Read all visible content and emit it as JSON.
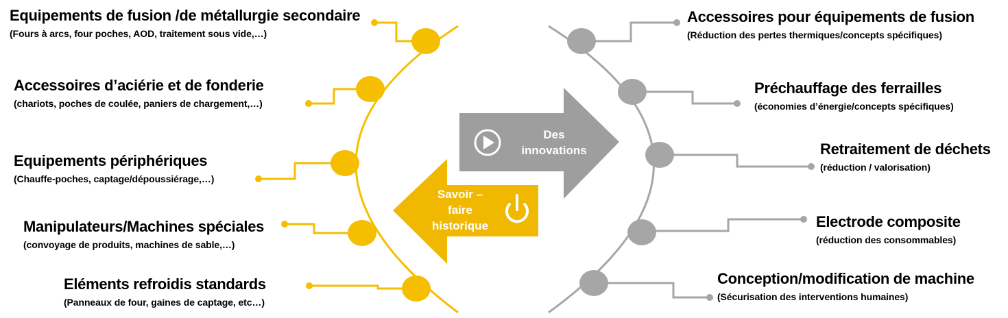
{
  "colors": {
    "heritage": "#F5BE00",
    "innovation": "#A6A6A6",
    "innovation_arrow": "#9E9E9E",
    "heritage_arrow": "#F0B800"
  },
  "left_items": [
    {
      "title": "Equipements de fusion /de métallurgie secondaire",
      "subtitle": "(Fours à arcs,  four poches, AOD, traitement sous vide,…)"
    },
    {
      "title": "Accessoires d’aciérie et de fonderie",
      "subtitle": "(chariots, poches de coulée, paniers de chargement,…)"
    },
    {
      "title": "Equipements périphériques",
      "subtitle": "(Chauffe-poches, captage/dépoussiérage,…)"
    },
    {
      "title": "Manipulateurs/Machines spéciales",
      "subtitle": "(convoyage de produits, machines de sable,…)"
    },
    {
      "title": "Eléments refroidis standards",
      "subtitle": "(Panneaux de four, gaines de captage, etc…)"
    }
  ],
  "right_items": [
    {
      "title": "Accessoires pour équipements de fusion",
      "subtitle": "(Réduction des pertes thermiques/concepts spécifiques)"
    },
    {
      "title": "Préchauffage des ferrailles",
      "subtitle": "(économies d’énergie/concepts spécifiques)"
    },
    {
      "title": "Retraitement de déchets",
      "subtitle": "(réduction / valorisation)"
    },
    {
      "title": "Electrode composite",
      "subtitle": "(réduction des consommables)"
    },
    {
      "title": "Conception/modification de machine",
      "subtitle": "(Sécurisation des interventions humaines)"
    }
  ],
  "innovation_arrow": {
    "line1": "Des",
    "line2": "innovations",
    "icon": "play-icon"
  },
  "heritage_arrow": {
    "line1": "Savoir –",
    "line2": "faire",
    "line3": "historique",
    "icon": "power-icon"
  }
}
